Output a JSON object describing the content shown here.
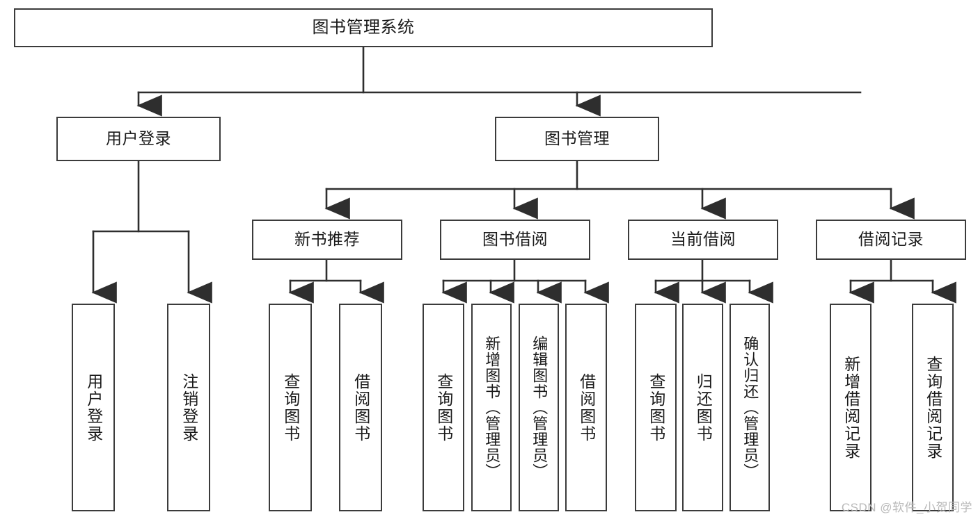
{
  "diagram": {
    "kind": "tree-hierarchy",
    "root": {
      "id": "root",
      "label": "图书管理系统"
    },
    "level2": [
      {
        "id": "user-login",
        "label": "用户登录"
      },
      {
        "id": "book-manage",
        "label": "图书管理"
      }
    ],
    "level3": [
      {
        "id": "new-book-recommend",
        "label": "新书推荐"
      },
      {
        "id": "book-borrow",
        "label": "图书借阅"
      },
      {
        "id": "current-borrow",
        "label": "当前借阅"
      },
      {
        "id": "borrow-record",
        "label": "借阅记录"
      }
    ],
    "leaves": {
      "user_login": [
        {
          "id": "leaf-user-login",
          "label": "用户登录"
        },
        {
          "id": "leaf-logout",
          "label": "注销登录"
        }
      ],
      "new_book_recommend": [
        {
          "id": "leaf-query-book-1",
          "label": "查询图书"
        },
        {
          "id": "leaf-borrow-book-1",
          "label": "借阅图书"
        }
      ],
      "book_borrow": [
        {
          "id": "leaf-query-book-2",
          "label": "查询图书"
        },
        {
          "id": "leaf-add-book",
          "label": "新增图书（管理员）"
        },
        {
          "id": "leaf-edit-book",
          "label": "编辑图书（管理员）"
        },
        {
          "id": "leaf-borrow-book-2",
          "label": "借阅图书"
        }
      ],
      "current_borrow": [
        {
          "id": "leaf-query-book-3",
          "label": "查询图书"
        },
        {
          "id": "leaf-return-book",
          "label": "归还图书"
        },
        {
          "id": "leaf-confirm-return",
          "label": "确认归还（管理员）"
        }
      ],
      "borrow_record": [
        {
          "id": "leaf-add-record",
          "label": "新增借阅记录"
        },
        {
          "id": "leaf-query-record",
          "label": "查询借阅记录"
        }
      ]
    }
  },
  "watermark": {
    "text": "CSDN @软件_小贺同学"
  },
  "colors": {
    "box_border": "#3b3b3b",
    "box_fill": "#ffffff",
    "connector": "#2e2e2e",
    "text": "#1a1a1a",
    "watermark": "#b9b9b9",
    "background": "#ffffff"
  }
}
